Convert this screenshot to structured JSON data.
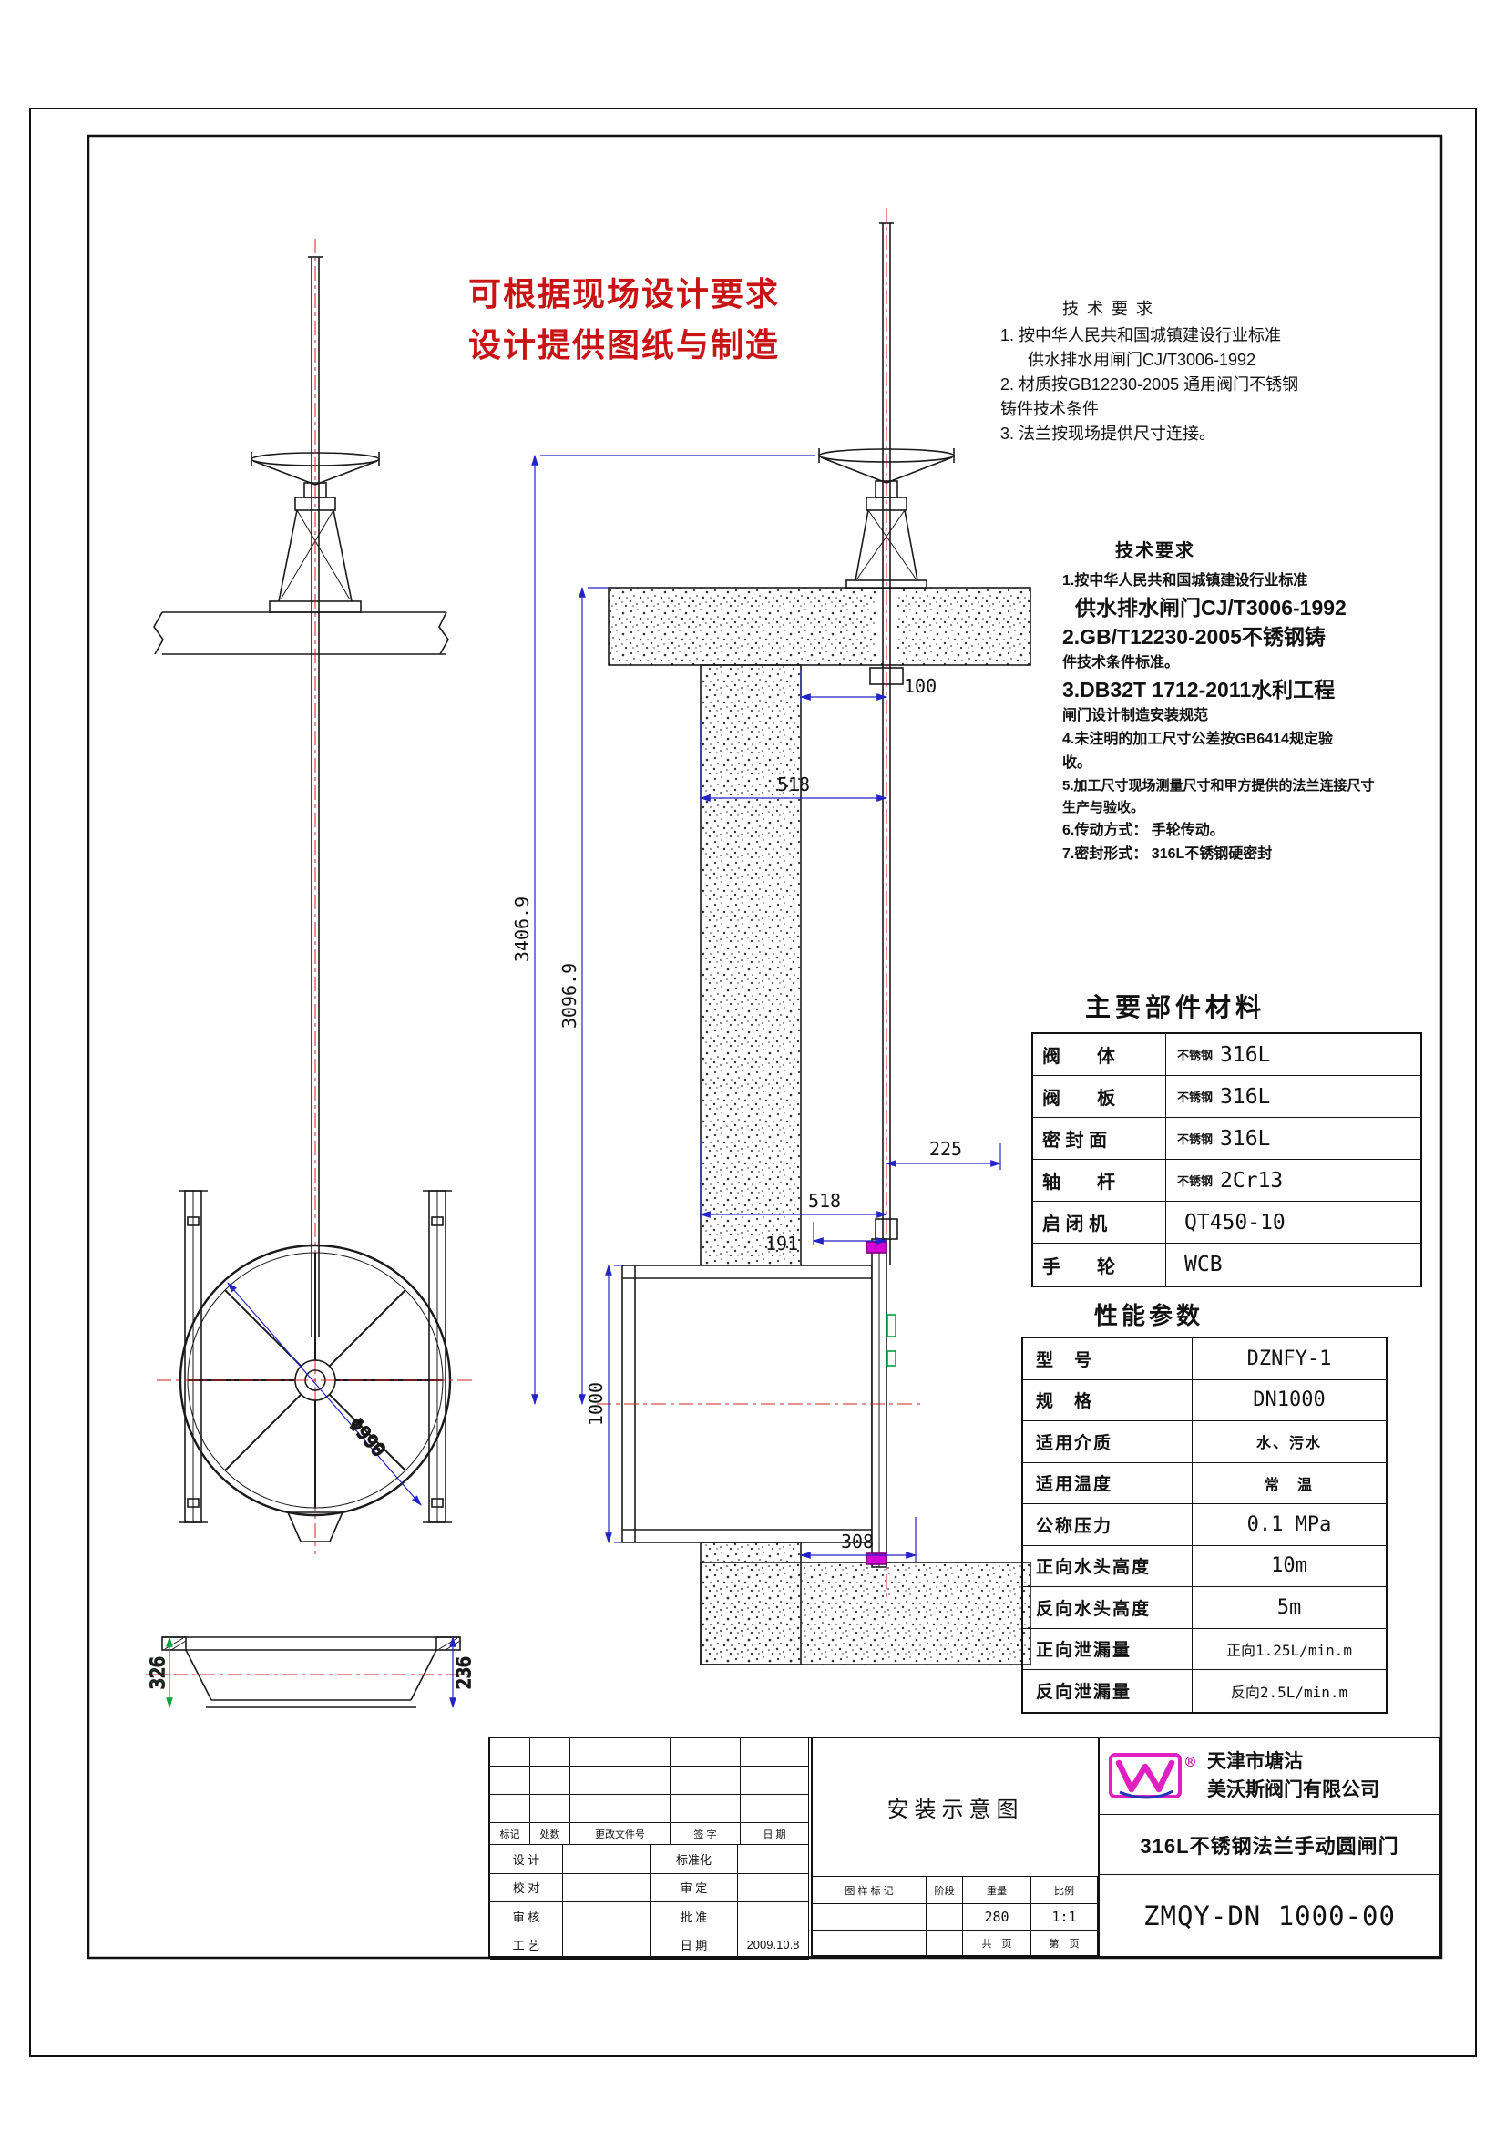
{
  "red_note": {
    "line1": "可根据现场设计要求",
    "line2": "设计提供图纸与制造"
  },
  "tech_req_top": {
    "title": "技 术 要 求",
    "lines": [
      "1. 按中华人民共和国城镇建设行业标准",
      "供水排水用闸门CJ/T3006-1992",
      "2. 材质按GB12230-2005 通用阀门不锈钢",
      "铸件技术条件",
      "3. 法兰按现场提供尺寸连接。"
    ]
  },
  "tech_req_main": {
    "title": "技术要求",
    "lines": [
      "1.按中华人民共和国城镇建设行业标准",
      "供水排水闸门CJ/T3006-1992",
      "2.GB/T12230-2005不锈钢铸",
      "件技术条件标准。",
      "3.DB32T 1712-2011水利工程",
      "闸门设计制造安装规范",
      "4.未注明的加工尺寸公差按GB6414规定验",
      "收。",
      "5.加工尺寸现场测量尺寸和甲方提供的法兰连接尺寸",
      "生产与验收。",
      "6.传动方式： 手轮传动。",
      "7.密封形式： 316L不锈钢硬密封"
    ]
  },
  "materials": {
    "title": "主要部件材料",
    "rows": [
      {
        "name": "阀　　体",
        "grade": "不锈钢",
        "value": "316L"
      },
      {
        "name": "阀　　板",
        "grade": "不锈钢",
        "value": "316L"
      },
      {
        "name": "密 封 面",
        "grade": "不锈钢",
        "value": "316L"
      },
      {
        "name": "轴　　杆",
        "grade": "不锈钢",
        "value": "2Cr13"
      },
      {
        "name": "启 闭 机",
        "grade": "",
        "value": "QT450-10"
      },
      {
        "name": "手　　轮",
        "grade": "",
        "value": "WCB"
      }
    ]
  },
  "params": {
    "title": "性能参数",
    "rows": [
      {
        "name": "型　号",
        "value": "DZNFY-1"
      },
      {
        "name": "规　格",
        "value": "DN1000"
      },
      {
        "name": "适用介质",
        "value": "水、污水"
      },
      {
        "name": "适用温度",
        "value": "常　温"
      },
      {
        "name": "公称压力",
        "value": "0.1 MPa"
      },
      {
        "name": "正向水头高度",
        "value": "10m"
      },
      {
        "name": "反向水头高度",
        "value": "5m"
      },
      {
        "name": "正向泄漏量",
        "value": "正向1.25L/min.m"
      },
      {
        "name": "反向泄漏量",
        "value": "反向2.5L/min.m"
      }
    ]
  },
  "dims": {
    "overall": "3406.9",
    "secondary": "3096.9",
    "top_offset": "100",
    "upper_width": "518",
    "mid_width": "225",
    "gate_width": "518",
    "gate_offset": "191",
    "valve_height": "1000",
    "bottom_width": "308",
    "disc_diameter": "Φ990",
    "channel_left": "326",
    "channel_right": "236"
  },
  "title_block": {
    "drawing_title": "安装示意图",
    "rev_header": [
      "标记",
      "处数",
      "更改文件号",
      "签 字",
      "日 期"
    ],
    "sign_rows": [
      {
        "l": "设 计",
        "r": "标准化",
        "rv": ""
      },
      {
        "l": "校 对",
        "r": "审 定",
        "rv": ""
      },
      {
        "l": "审 核",
        "r": "批 准",
        "rv": ""
      },
      {
        "l": "工 艺",
        "r": "日 期",
        "rv": "2009.10.8"
      }
    ],
    "stamp": {
      "mark": "图 样 标 记",
      "stage": "阶段",
      "weight_label": "重量",
      "scale_label": "比例",
      "weight": "280",
      "scale": "1:1",
      "total": "共　页",
      "page": "第　页"
    },
    "company": {
      "reg": "®",
      "city": "天津市塘沽",
      "name": "美沃斯阀门有限公司",
      "product": "316L不锈钢法兰手动圆闸门",
      "drawing_no": "ZMQY-DN 1000-00"
    }
  }
}
